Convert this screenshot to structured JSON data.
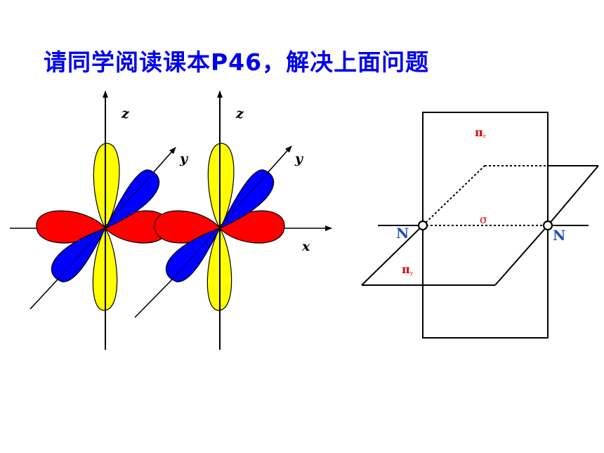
{
  "title": "请同学阅读课本P46，解决上面问题",
  "orbitals": {
    "left": {
      "z_label": "z",
      "y_label": "y"
    },
    "right": {
      "z_label": "z",
      "y_label": "y",
      "x_label": "x"
    }
  },
  "bond_diagram": {
    "atom_left": "N",
    "atom_right": "N",
    "pi_z": "π",
    "pi_z_sub": "z",
    "pi_y": "π",
    "pi_y_sub": "y",
    "sigma": "σ"
  },
  "colors": {
    "title": "#0000ee",
    "px_lobe": "#ff0000",
    "py_lobe": "#0000ff",
    "pz_lobe": "#ffff00",
    "atom_label": "#1f4fbf",
    "bond_label": "#e00000"
  }
}
